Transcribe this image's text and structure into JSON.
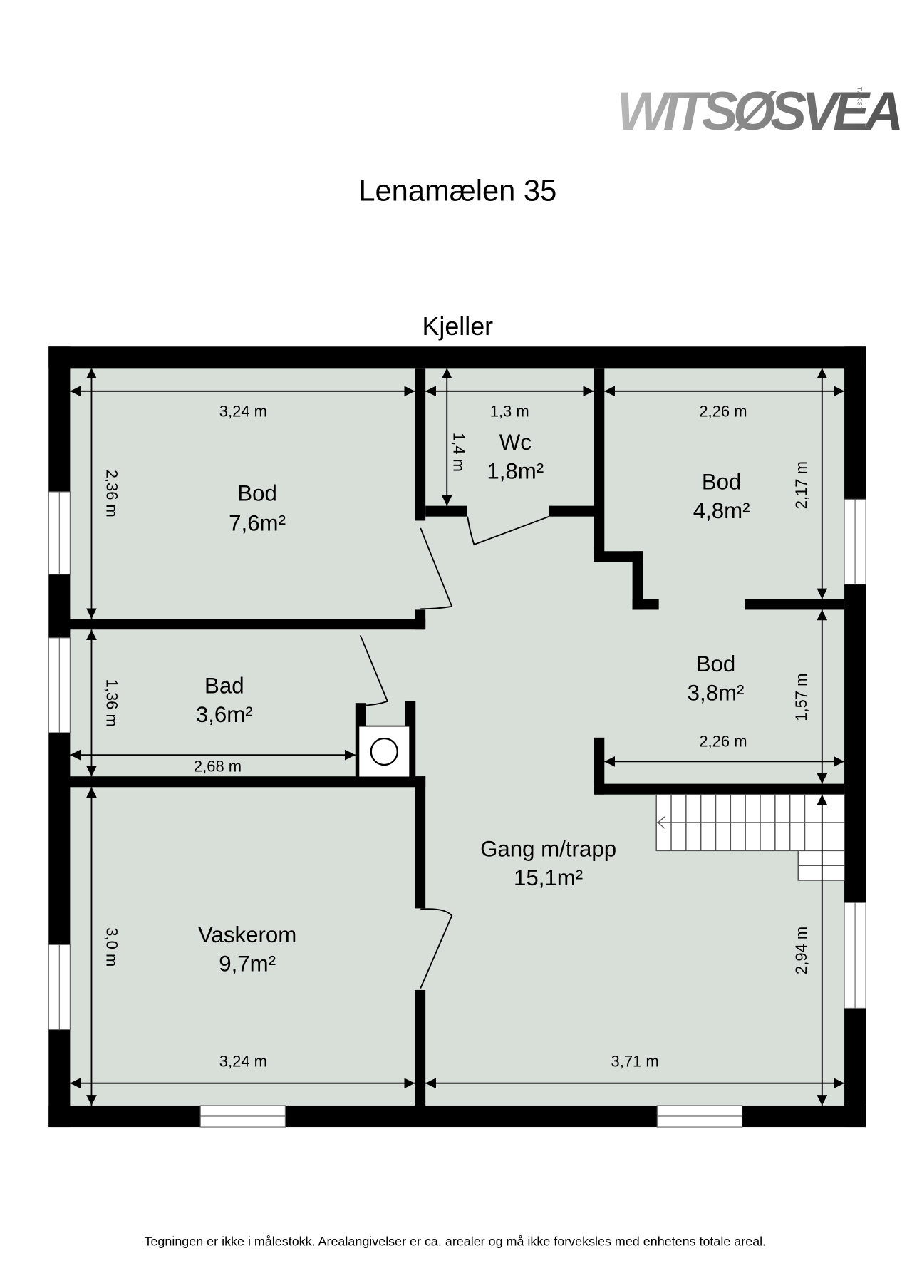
{
  "logo": {
    "name": "WITSØSVEA",
    "tag": "TAKST",
    "gradient": [
      "#b5b5b5",
      "#5a5a5a"
    ]
  },
  "header": {
    "address": "Lenamælen 35"
  },
  "floor": {
    "name": "Kjeller"
  },
  "colors": {
    "floor": "#d8ded8",
    "wall": "#000000",
    "window": "#ffffff"
  },
  "rooms": [
    {
      "name": "Bod",
      "area": "7,6m²",
      "width": "3,24 m",
      "depth": "2,36 m"
    },
    {
      "name": "Wc",
      "area": "1,8m²",
      "width": "1,3 m",
      "depth": "1,4 m"
    },
    {
      "name": "Bod",
      "area": "4,8m²",
      "width": "2,26 m",
      "depth": "2,17 m"
    },
    {
      "name": "Bad",
      "area": "3,6m²",
      "width": "2,68 m",
      "depth": "1,36 m"
    },
    {
      "name": "Bod",
      "area": "3,8m²",
      "width": "2,26 m",
      "depth": "1,57 m"
    },
    {
      "name": "Gang m/trapp",
      "area": "15,1m²",
      "width": "3,71 m",
      "depth": "2,94 m"
    },
    {
      "name": "Vaskerom",
      "area": "9,7m²",
      "width": "3,24 m",
      "depth": "3,0 m"
    }
  ],
  "footer": {
    "disclaimer": "Tegningen er ikke i målestokk. Arealangivelser er ca. arealer og må ikke forveksles med enhetens totale areal."
  }
}
